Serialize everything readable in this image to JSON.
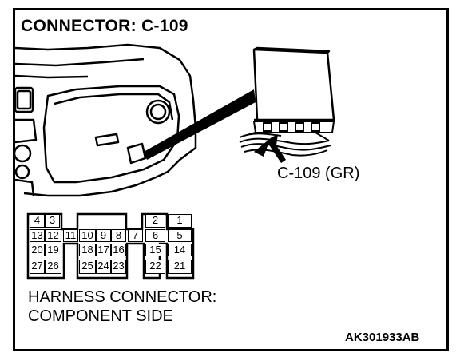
{
  "title": "CONNECTOR: C-109",
  "connector_label": "C-109 (GR)",
  "harness_caption": {
    "line1": "HARNESS CONNECTOR:",
    "line2": "COMPONENT SIDE"
  },
  "figure_code": "AK301933AB",
  "pins": {
    "p1": "1",
    "p2": "2",
    "p3": "3",
    "p4": "4",
    "p5": "5",
    "p6": "6",
    "p7": "7",
    "p8": "8",
    "p9": "9",
    "p10": "10",
    "p11": "11",
    "p12": "12",
    "p13": "13",
    "p14": "14",
    "p15": "15",
    "p16": "16",
    "p17": "17",
    "p18": "18",
    "p19": "19",
    "p20": "20",
    "p21": "21",
    "p22": "22",
    "p23": "23",
    "p24": "24",
    "p25": "25",
    "p26": "26",
    "p27": "27"
  }
}
